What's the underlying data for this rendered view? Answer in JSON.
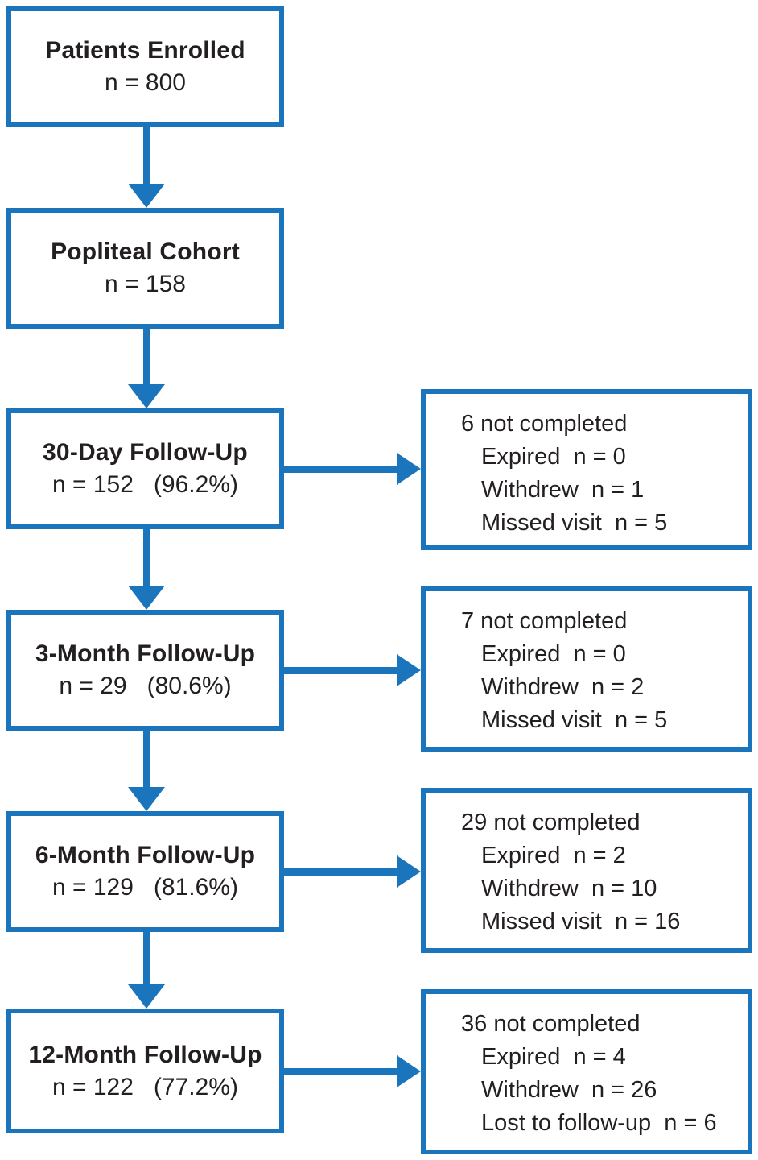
{
  "colors": {
    "accent": "#1b75bc",
    "text": "#231f20",
    "background": "#ffffff"
  },
  "flow": {
    "main_boxes": [
      {
        "title": "Patients Enrolled",
        "subtitle": "n = 800"
      },
      {
        "title": "Popliteal Cohort",
        "subtitle": "n = 158"
      },
      {
        "title": "30-Day Follow-Up",
        "subtitle": "n = 152   (96.2%)"
      },
      {
        "title": "3-Month Follow-Up",
        "subtitle": "n = 29   (80.6%)"
      },
      {
        "title": "6-Month Follow-Up",
        "subtitle": "n = 129   (81.6%)"
      },
      {
        "title": "12-Month Follow-Up",
        "subtitle": "n = 122   (77.2%)"
      }
    ],
    "side_boxes": [
      {
        "header": "6 not completed",
        "items": [
          "Expired  n = 0",
          "Withdrew  n = 1",
          "Missed visit  n = 5"
        ]
      },
      {
        "header": "7 not completed",
        "items": [
          "Expired  n = 0",
          "Withdrew  n = 2",
          "Missed visit  n = 5"
        ]
      },
      {
        "header": "29 not completed",
        "items": [
          "Expired  n = 2",
          "Withdrew  n = 10",
          "Missed visit  n = 16"
        ]
      },
      {
        "header": "36 not completed",
        "items": [
          "Expired  n = 4",
          "Withdrew  n = 26",
          "Lost to follow-up  n = 6"
        ]
      }
    ]
  }
}
